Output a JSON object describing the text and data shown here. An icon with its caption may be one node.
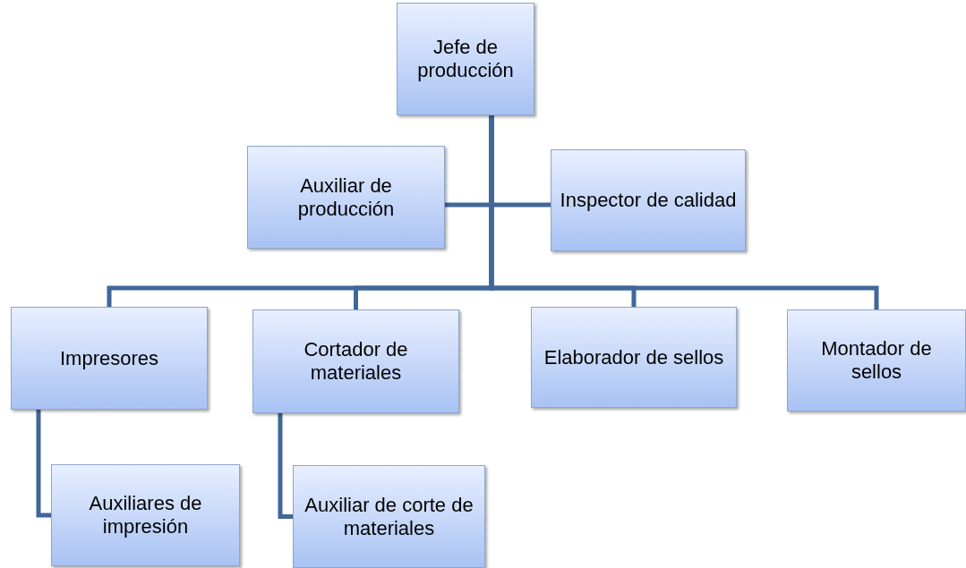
{
  "diagram": {
    "nodes": [
      {
        "text": [
          "Jefe de producción"
        ]
      },
      {
        "text": [
          "Auxiliar de producción"
        ]
      },
      {
        "text": [
          "Inspector de calidad"
        ]
      },
      {
        "text": [
          "Impresores"
        ]
      },
      {
        "text": [
          "Cortador de materiales"
        ]
      },
      {
        "text": [
          "Elaborador de sellos"
        ]
      },
      {
        "text": [
          "Montador de sellos"
        ]
      },
      {
        "text": [
          "Auxiliares de impresión"
        ]
      },
      {
        "text": [
          "Auxiliar de corte de materiales"
        ]
      }
    ],
    "edges": [
      {
        "from": 0,
        "to": 1,
        "arrow": "none"
      },
      {
        "from": 0,
        "to": 2,
        "arrow": "none"
      },
      {
        "from": 0,
        "to": 3,
        "arrow": "none"
      },
      {
        "from": 0,
        "to": 4,
        "arrow": "none"
      },
      {
        "from": 0,
        "to": 5,
        "arrow": "none"
      },
      {
        "from": 0,
        "to": 6,
        "arrow": "none"
      },
      {
        "from": 3,
        "to": 7,
        "arrow": "none"
      },
      {
        "from": 4,
        "to": 8,
        "arrow": "none"
      }
    ]
  }
}
